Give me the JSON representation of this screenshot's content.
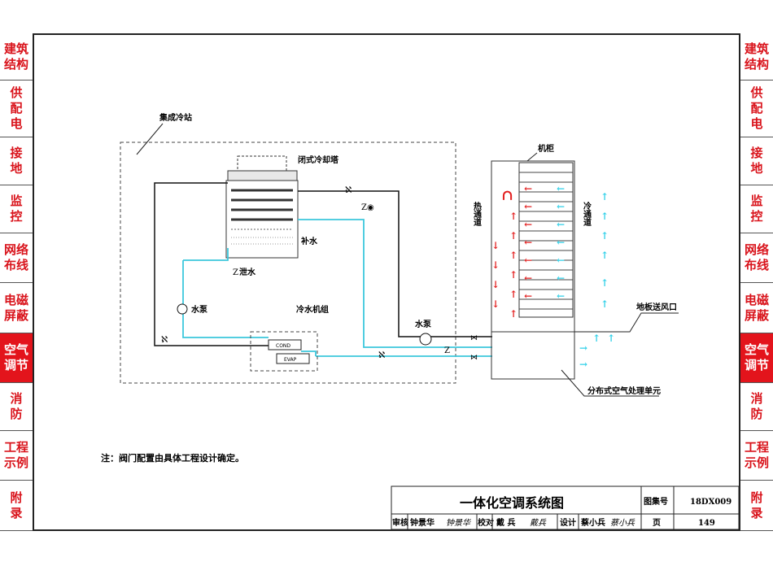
{
  "side_tabs": [
    "建筑\n结构",
    "供\n配\n电",
    "接\n地",
    "监\n控",
    "网络\n布线",
    "电磁\n屏蔽",
    "空气\n调节",
    "消\n防",
    "工程\n示例",
    "附\n录"
  ],
  "active_tab_index": 6,
  "diagram": {
    "station_label": "集成冷站",
    "tower_label": "闭式冷却塔",
    "makeup_label": "补水",
    "drain_label": "泄水",
    "pump_left_label": "水泵",
    "chiller_label": "冷水机组",
    "pump_right_label": "水泵",
    "cabinet_label": "机柜",
    "hot_aisle_label": "热通道",
    "cold_aisle_label": "冷通道",
    "floor_outlet_label": "地板送风口",
    "ahu_label": "分布式空气处理单元",
    "cond_label": "COND",
    "evap_label": "EVAP"
  },
  "note": "注：阀门配置由具体工程设计确定。",
  "title_block": {
    "title": "一体化空调系统图",
    "atlas_no_label": "图集号",
    "atlas_no": "18DX009",
    "review_label": "审核",
    "reviewer": "钟景华",
    "check_label": "校对",
    "checker": "戴 兵",
    "design_label": "设计",
    "designer": "蔡小兵",
    "page_label": "页",
    "page": "149"
  },
  "colors": {
    "tab_red": "#d9141c",
    "pipe_cyan": "#3cc8dc",
    "arrow_red": "#e32020",
    "arrow_cyan": "#2fd0e8"
  }
}
